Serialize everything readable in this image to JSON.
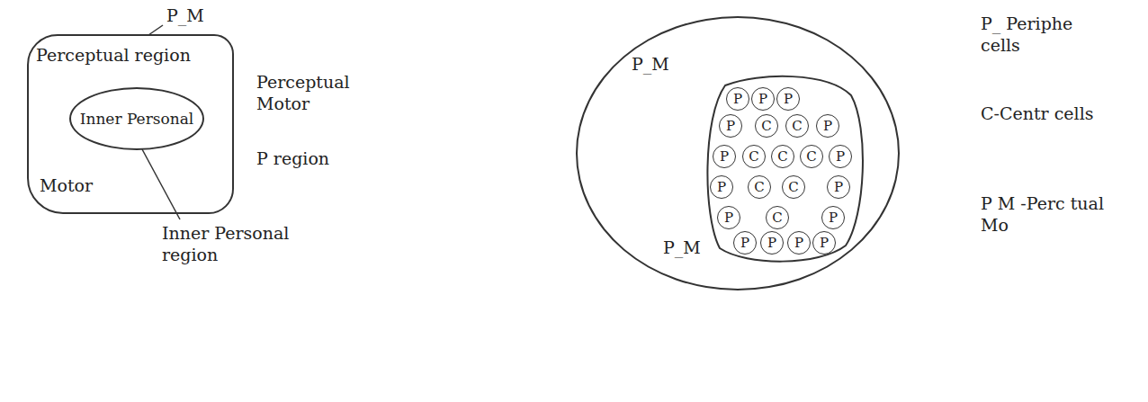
{
  "diagram": {
    "nodes": [
      {
        "text": [
          "Perceptual region",
          "Motor"
        ]
      },
      {
        "text": [
          "Inner Personal"
        ],
        "in": 0
      },
      {
        "text": [
          "P_M",
          "P_M"
        ]
      },
      {
        "text": [
          "P"
        ],
        "in": 2
      },
      {
        "text": [
          "P"
        ],
        "in": 2
      },
      {
        "text": [
          "P"
        ],
        "in": 2
      },
      {
        "text": [
          "P"
        ],
        "in": 2
      },
      {
        "text": [
          "C"
        ],
        "in": 2
      },
      {
        "text": [
          "C"
        ],
        "in": 2
      },
      {
        "text": [
          "P"
        ],
        "in": 2
      },
      {
        "text": [
          "P"
        ],
        "in": 2
      },
      {
        "text": [
          "C"
        ],
        "in": 2
      },
      {
        "text": [
          "C"
        ],
        "in": 2
      },
      {
        "text": [
          "C"
        ],
        "in": 2
      },
      {
        "text": [
          "P"
        ],
        "in": 2
      },
      {
        "text": [
          "P"
        ],
        "in": 2
      },
      {
        "text": [
          "C"
        ],
        "in": 2
      },
      {
        "text": [
          "C"
        ],
        "in": 2
      },
      {
        "text": [
          "P"
        ],
        "in": 2
      },
      {
        "text": [
          "P"
        ],
        "in": 2
      },
      {
        "text": [
          "C"
        ],
        "in": 2
      },
      {
        "text": [
          "P"
        ],
        "in": 2
      },
      {
        "text": [
          "P"
        ],
        "in": 2
      },
      {
        "text": [
          "P"
        ],
        "in": 2
      },
      {
        "text": [
          "P"
        ],
        "in": 2
      },
      {
        "text": [
          "P"
        ],
        "in": 2
      }
    ],
    "labels": [
      "P_M",
      "Perceptual Motor",
      "P region",
      "Inner Personal region",
      "P_ Periphe cells",
      "C-Centr cells",
      "P M -Perc tual Mo"
    ]
  }
}
